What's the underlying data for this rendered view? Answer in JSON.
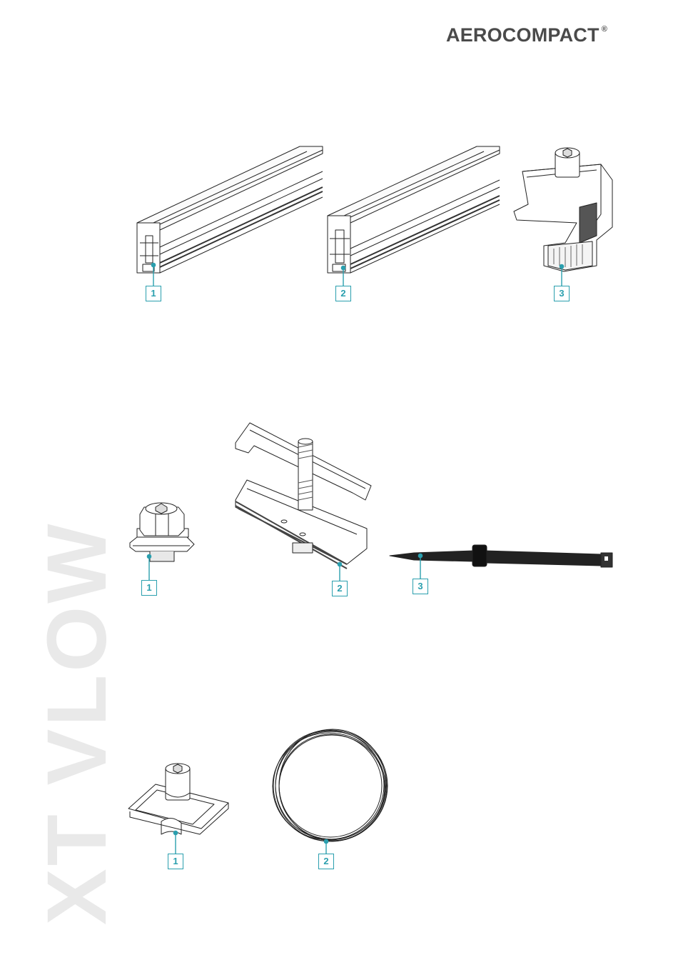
{
  "brand": {
    "name": "AEROCOMPACT",
    "mark": "®"
  },
  "side_title": "XT VLOW",
  "rows": [
    {
      "items": [
        {
          "label": "1",
          "icon": "rail-profile-icon"
        },
        {
          "label": "2",
          "icon": "rail-profile-icon"
        },
        {
          "label": "3",
          "icon": "end-clamp-icon"
        }
      ]
    },
    {
      "items": [
        {
          "label": "1",
          "icon": "bolt-nut-icon"
        },
        {
          "label": "2",
          "icon": "middle-clamp-icon"
        },
        {
          "label": "3",
          "icon": "cable-tie-icon"
        }
      ]
    },
    {
      "items": [
        {
          "label": "1",
          "icon": "grounding-clip-icon"
        },
        {
          "label": "2",
          "icon": "wire-coil-icon"
        }
      ]
    }
  ],
  "colors": {
    "accent": "#2a9fae",
    "line": "#222222",
    "brand": "#4a4a4a",
    "watermark": "#e9e9e9"
  }
}
